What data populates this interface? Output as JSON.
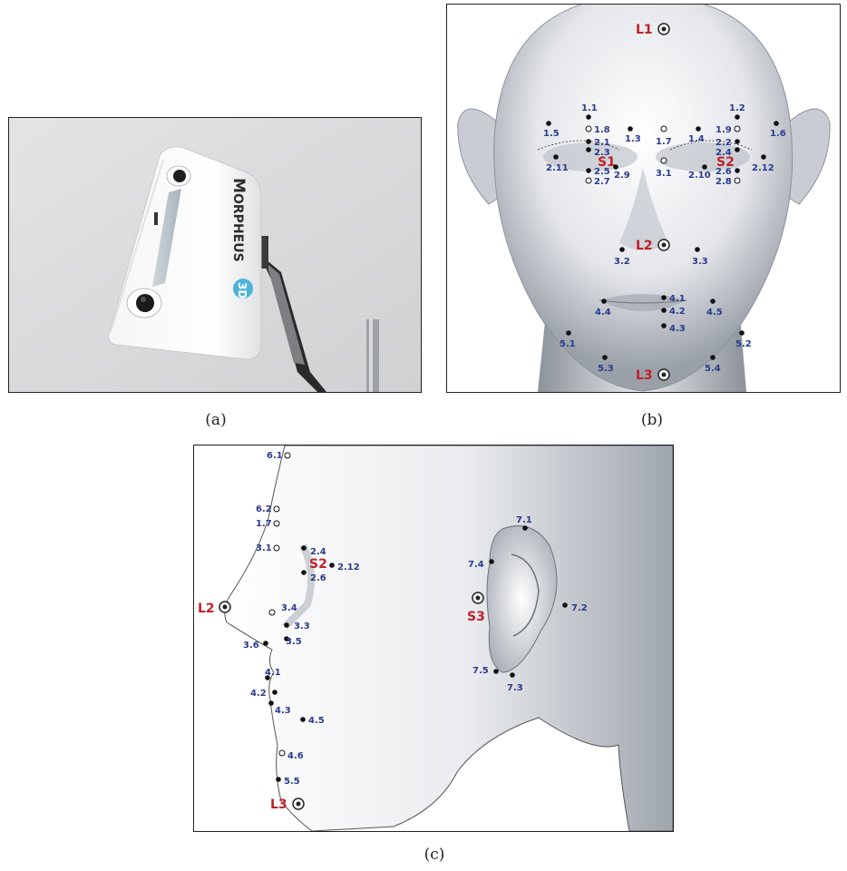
{
  "captions": {
    "a": "(a)",
    "b": "(b)",
    "c": "(c)"
  },
  "scanner": {
    "brand_letter": "M",
    "brand_text": "ORPHEUS",
    "brand_3d": "3D"
  },
  "front_refs": {
    "L1": "L1",
    "L2": "L2",
    "L3": "L3",
    "S1": "S1",
    "S2": "S2"
  },
  "front_labels": {
    "p1_1": "1.1",
    "p1_2": "1.2",
    "p1_5": "1.5",
    "p1_8": "1.8",
    "p1_3": "1.3",
    "p1_7": "1.7",
    "p1_4": "1.4",
    "p1_9": "1.9",
    "p1_6": "1.6",
    "p2_1": "2.1",
    "p2_3": "2.3",
    "p2_5": "2.5",
    "p2_7": "2.7",
    "p2_9": "2.9",
    "p2_11": "2.11",
    "p2_2": "2.2",
    "p2_4": "2.4",
    "p2_6": "2.6",
    "p2_8": "2.8",
    "p2_10": "2.10",
    "p2_12": "2.12",
    "p3_1": "3.1",
    "p3_2": "3.2",
    "p3_3": "3.3",
    "p4_1": "4.1",
    "p4_2": "4.2",
    "p4_3": "4.3",
    "p4_4": "4.4",
    "p4_5": "4.5",
    "p5_1": "5.1",
    "p5_2": "5.2",
    "p5_3": "5.3",
    "p5_4": "5.4"
  },
  "side_refs": {
    "L2": "L2",
    "L3": "L3",
    "S2": "S2",
    "S3": "S3"
  },
  "side_labels": {
    "p6_1": "6.1",
    "p6_2": "6.2",
    "p1_7": "1.7",
    "p3_1": "3.1",
    "p2_4": "2.4",
    "p2_6": "2.6",
    "p2_12": "2.12",
    "p3_4": "3.4",
    "p3_3": "3.3",
    "p3_5": "3.5",
    "p3_6": "3.6",
    "p4_1": "4.1",
    "p4_2": "4.2",
    "p4_3": "4.3",
    "p4_5": "4.5",
    "p4_6": "4.6",
    "p5_5": "5.5",
    "p7_1": "7.1",
    "p7_2": "7.2",
    "p7_3": "7.3",
    "p7_4": "7.4",
    "p7_5": "7.5"
  }
}
